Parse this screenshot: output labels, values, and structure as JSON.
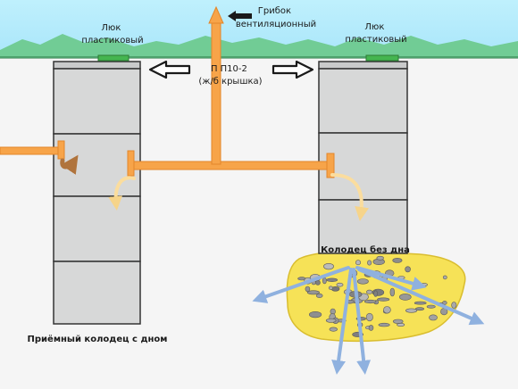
{
  "labels": {
    "vent_mushroom": [
      "Грибок",
      "вентиляционный"
    ],
    "hatch_left": [
      "Люк",
      "пластиковый"
    ],
    "hatch_right": [
      "Люк",
      "пластиковый"
    ],
    "slab": [
      "П П10-2",
      "(ж/б крышка)"
    ],
    "well_right": "Колодец без дна",
    "well_left": "Приёмный колодец с дном"
  },
  "colors": {
    "sky": "#a9e6fa",
    "mountains": "#71cc95",
    "ground": "#f5f5f5",
    "ring_fill": "#d7d8d8",
    "ring_stroke": "#343434",
    "pipe": "#f7a449",
    "pipe_stroke": "#e3862a",
    "hatch": "#45b550",
    "sand": "#f6e257",
    "flow_arrow": "#9fbce3",
    "inflow_arrow": "#b0743d",
    "swirl_arrow": "#fbdd9e"
  }
}
